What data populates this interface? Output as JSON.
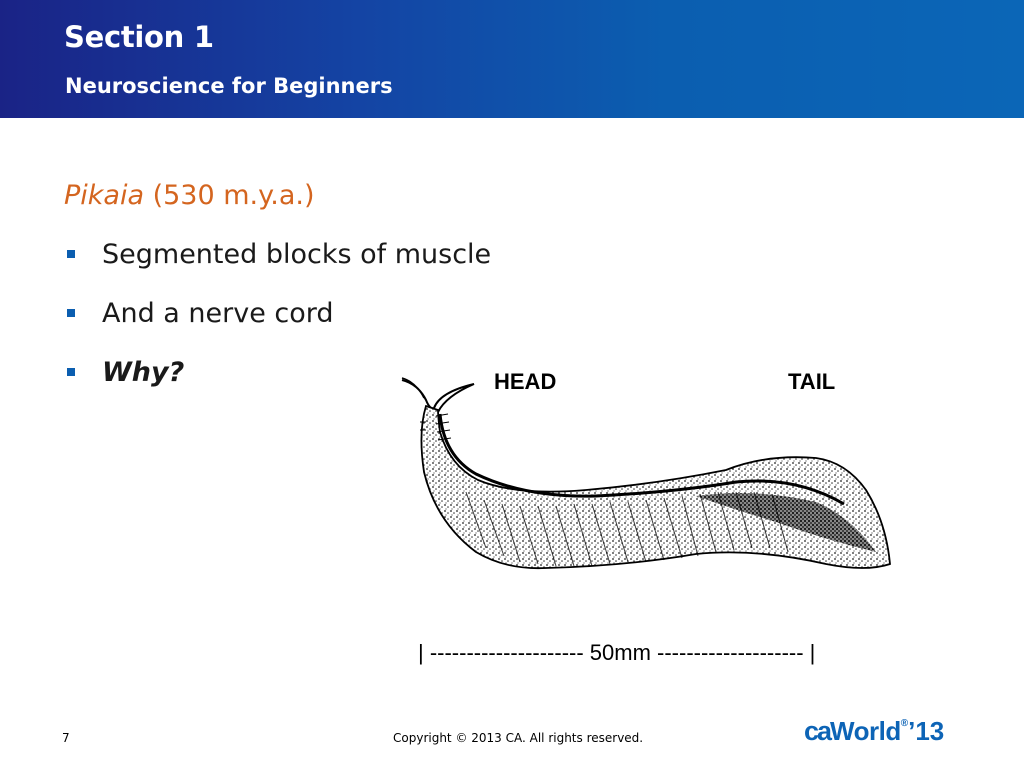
{
  "header": {
    "title": "Section 1",
    "subtitle": "Neuroscience for Beginners"
  },
  "slide": {
    "heading_italic": "Pikaia",
    "heading_rest": " (530 m.y.a.)",
    "bullets": [
      "Segmented blocks of muscle",
      "And a nerve cord",
      "Why?"
    ]
  },
  "figure": {
    "head_label": "HEAD",
    "tail_label": "TAIL",
    "scale_text": "| --------------------- 50mm -------------------- |",
    "icon": "pikaia-fossil-illustration"
  },
  "footer": {
    "page_number": "7",
    "copyright": "Copyright © 2013 CA. All rights reserved.",
    "logo_ca": "ca",
    "logo_world": "World",
    "logo_tm": "®",
    "logo_year": "’13"
  },
  "colors": {
    "header_blue": "#0b5eb0",
    "header_navy": "#1a2386",
    "heading_orange": "#d4651f",
    "bullet_blue": "#0b5eb0",
    "logo_blue": "#0d64b6"
  }
}
